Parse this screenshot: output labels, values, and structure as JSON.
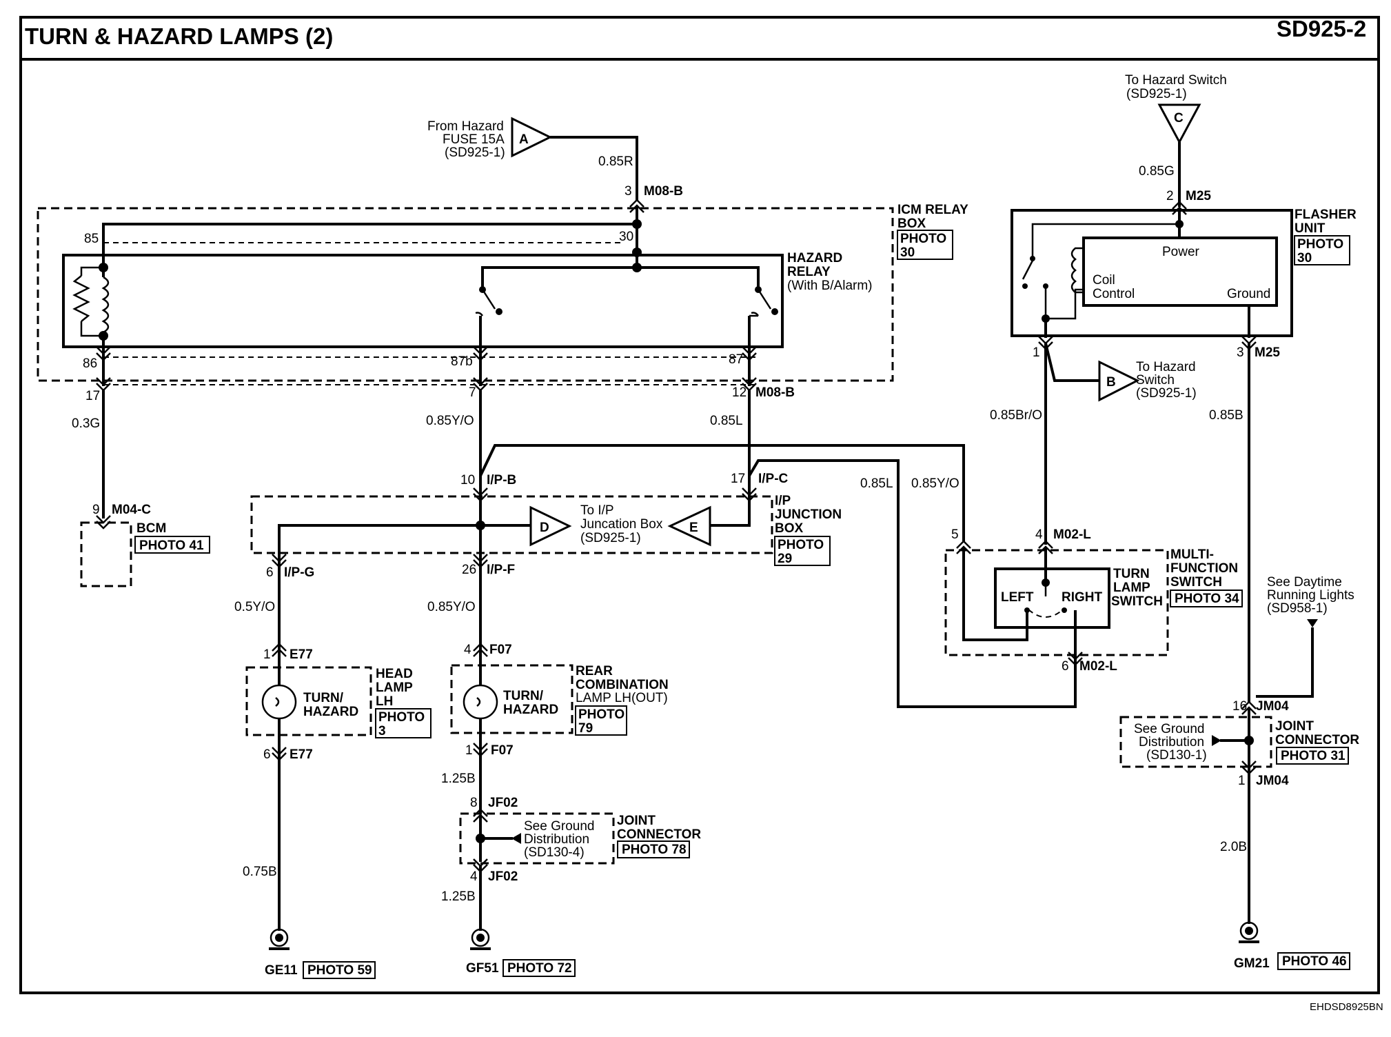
{
  "header": {
    "title": "TURN & HAZARD LAMPS (2)",
    "code": "SD925-2",
    "footer_code": "EHDSD8925BN"
  },
  "refs": {
    "hazard_fuse": {
      "line1": "From Hazard",
      "line2": "FUSE 15A",
      "line3": "(SD925-1)",
      "letter": "A"
    },
    "hazard_switch_top": {
      "line1": "To Hazard Switch",
      "line2": "(SD925-1)",
      "letter": "C"
    },
    "hazard_switch_b": {
      "line1": "To Hazard",
      "line2": "Switch",
      "line3": "(SD925-1)",
      "letter": "B"
    },
    "ip_junction": {
      "line1": "To I/P",
      "line2": "Juncation Box",
      "line3": "(SD925-1)",
      "letter_d": "D",
      "letter_e": "E"
    },
    "daytime": {
      "line1": "See Daytime",
      "line2": "Running Lights",
      "line3": "(SD958-1)"
    },
    "ground_sd130_1": {
      "line1": "See Ground",
      "line2": "Distribution",
      "line3": "(SD130-1)"
    },
    "ground_sd130_4": {
      "line1": "See Ground",
      "line2": "Distribution",
      "line3": "(SD130-4)"
    }
  },
  "components": {
    "icm_relay_box": {
      "line1": "ICM RELAY",
      "line2": "BOX",
      "photo1": "PHOTO",
      "photo2": "30"
    },
    "hazard_relay": {
      "line1": "HAZARD",
      "line2": "RELAY",
      "line3": "(With B/Alarm)"
    },
    "flasher_unit": {
      "line1": "FLASHER",
      "line2": "UNIT",
      "photo1": "PHOTO",
      "photo2": "30",
      "power": "Power",
      "coil1": "Coil",
      "coil2": "Control",
      "ground": "Ground"
    },
    "bcm": {
      "name": "BCM",
      "photo": "PHOTO 41"
    },
    "ip_junction_box": {
      "line1": "I/P",
      "line2": "JUNCTION",
      "line3": "BOX",
      "photo1": "PHOTO",
      "photo2": "29"
    },
    "multi_function": {
      "line1": "MULTI-",
      "line2": "FUNCTION",
      "line3": "SWITCH",
      "photo": "PHOTO 34"
    },
    "turn_lamp_switch": {
      "line1": "TURN",
      "line2": "LAMP",
      "line3": "SWITCH",
      "left": "LEFT",
      "right": "RIGHT"
    },
    "head_lamp": {
      "line1": "HEAD",
      "line2": "LAMP",
      "line3": "LH",
      "photo1": "PHOTO",
      "photo2": "3",
      "bulb1": "TURN/",
      "bulb2": "HAZARD"
    },
    "rear_lamp": {
      "line1": "REAR",
      "line2": "COMBINATION",
      "line3": "LAMP LH(OUT)",
      "photo1": "PHOTO",
      "photo2": "79",
      "bulb1": "TURN/",
      "bulb2": "HAZARD"
    },
    "joint_jf": {
      "line1": "JOINT",
      "line2": "CONNECTOR",
      "photo": "PHOTO 78"
    },
    "joint_jm": {
      "line1": "JOINT",
      "line2": "CONNECTOR",
      "photo": "PHOTO 31"
    }
  },
  "grounds": {
    "ge11": {
      "name": "GE11",
      "photo": "PHOTO 59"
    },
    "gf51": {
      "name": "GF51",
      "photo": "PHOTO 72"
    },
    "gm21": {
      "name": "GM21",
      "photo": "PHOTO 46"
    }
  },
  "wires": {
    "w_085r": "0.85R",
    "w_03g": "0.3G",
    "w_085yo_a": "0.85Y/O",
    "w_085l_a": "0.85L",
    "w_085l_b": "0.85L",
    "w_085yo_b": "0.85Y/O",
    "w_05yo": "0.5Y/O",
    "w_085yo_c": "0.85Y/O",
    "w_075b": "0.75B",
    "w_125b_a": "1.25B",
    "w_125b_b": "1.25B",
    "w_085g": "0.85G",
    "w_085bro": "0.85Br/O",
    "w_085b": "0.85B",
    "w_20b": "2.0B"
  },
  "connectors": {
    "m08b_top_pin": "3",
    "m08b_top": "M08-B",
    "pin85": "85",
    "pin30": "30",
    "pin86": "86",
    "pin87b": "87b",
    "pin87": "87",
    "pin17": "17",
    "pin7": "7",
    "pin12": "12",
    "m08b_bot": "M08-B",
    "m04c_pin": "9",
    "m04c": "M04-C",
    "ipb_pin": "10",
    "ipb": "I/P-B",
    "ipc_pin": "17",
    "ipc": "I/P-C",
    "ipg_pin": "6",
    "ipg": "I/P-G",
    "ipf_pin": "26",
    "ipf": "I/P-F",
    "e77_top_pin": "1",
    "e77_top": "E77",
    "e77_bot_pin": "6",
    "e77_bot": "E77",
    "f07_top_pin": "4",
    "f07_top": "F07",
    "f07_bot_pin": "1",
    "f07_bot": "F07",
    "jf02_top_pin": "8",
    "jf02_top": "JF02",
    "jf02_bot_pin": "4",
    "jf02_bot": "JF02",
    "m25_top_pin": "2",
    "m25_top": "M25",
    "m25_b1_pin": "1",
    "m25_b3_pin": "3",
    "m25_bot": "M25",
    "m02l_5": "5",
    "m02l_4": "4",
    "m02l_top": "M02-L",
    "m02l_6": "6",
    "m02l_bot": "M02-L",
    "jm04_top_pin": "16",
    "jm04_top": "JM04",
    "jm04_bot_pin": "1",
    "jm04_bot": "JM04"
  }
}
